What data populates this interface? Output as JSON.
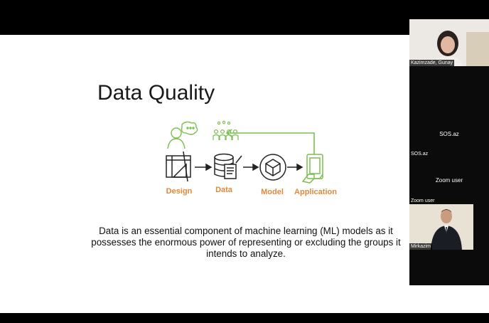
{
  "slide": {
    "title": "Data Quality",
    "stages": [
      "Design",
      "Data",
      "Model",
      "Application"
    ],
    "body": "Data is an essential component of machine learning (ML) models as it possesses the enormous power of representing or excluding the groups it intends to analyze.",
    "colors": {
      "orange": "#e1893a",
      "green": "#7bbf4e",
      "dark": "#222222"
    }
  },
  "participants": {
    "p1_name": "Kazimzade, Gunay",
    "p2_center": "SOS.az",
    "p2_name": "SOS.az",
    "p3_center": "Zoom user",
    "p3_name": "Zoom user",
    "p4_name": "Mirkazim"
  }
}
